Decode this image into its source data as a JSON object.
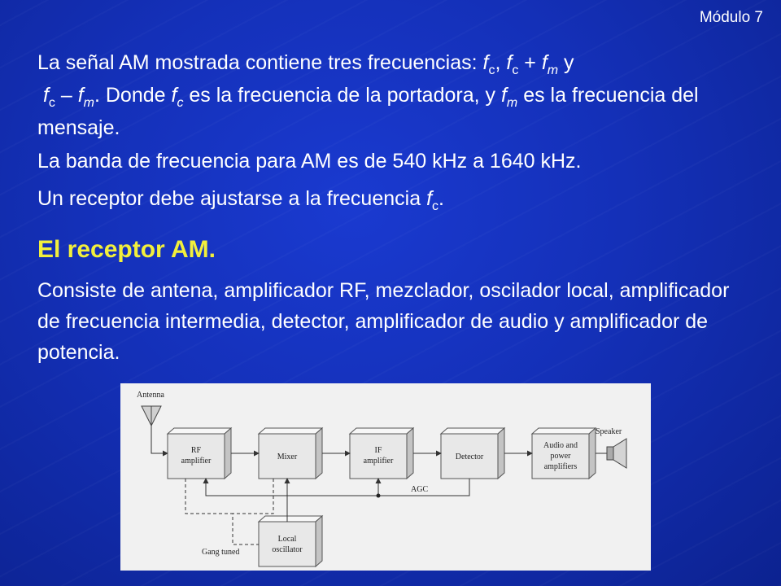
{
  "header": {
    "module_label": "Módulo 7"
  },
  "content": {
    "p1": {
      "t1": "La señal AM mostrada contiene tres frecuencias: ",
      "f": "f",
      "c": "c",
      "m": "m",
      "comma": ", ",
      "plus": " + ",
      "y": " y",
      "minus": " – ",
      "t2": ". Donde ",
      "t3": " es la frecuencia de la portadora, y ",
      "t4": " es la frecuencia del mensaje."
    },
    "p2": "La banda de frecuencia para AM es de 540 kHz a 1640 kHz.",
    "p3": {
      "t1": "Un receptor debe ajustarse a la frecuencia ",
      "f": "f",
      "c": "c",
      "end": "."
    },
    "heading": "El receptor AM.",
    "p4": "Consiste de antena, amplificador RF, mezclador, oscilador local, amplificador de frecuencia intermedia, detector, amplificador de audio y amplificador de potencia."
  },
  "diagram": {
    "antenna_label": "Antenna",
    "speaker_label": "Speaker",
    "agc_label": "AGC",
    "gang_tuned_label": "Gang tuned",
    "blocks": {
      "rf_line1": "RF",
      "rf_line2": "amplifier",
      "mixer": "Mixer",
      "if_line1": "IF",
      "if_line2": "amplifier",
      "detector": "Detector",
      "audio_line1": "Audio and",
      "audio_line2": "power",
      "audio_line3": "amplifiers",
      "lo_line1": "Local",
      "lo_line2": "oscillator"
    }
  }
}
